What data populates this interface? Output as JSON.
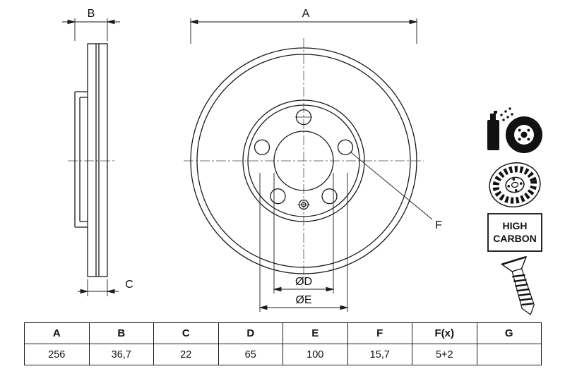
{
  "drawing": {
    "label_a": "A",
    "label_b": "B",
    "label_c": "C",
    "label_d": "ØD",
    "label_e": "ØE",
    "label_f": "F"
  },
  "icons": {
    "high_carbon_line1": "HIGH",
    "high_carbon_line2": "CARBON"
  },
  "table": {
    "headers": [
      "A",
      "B",
      "C",
      "D",
      "E",
      "F",
      "F(x)",
      "G"
    ],
    "values": [
      "256",
      "36,7",
      "22",
      "65",
      "100",
      "15,7",
      "5+2",
      ""
    ]
  }
}
